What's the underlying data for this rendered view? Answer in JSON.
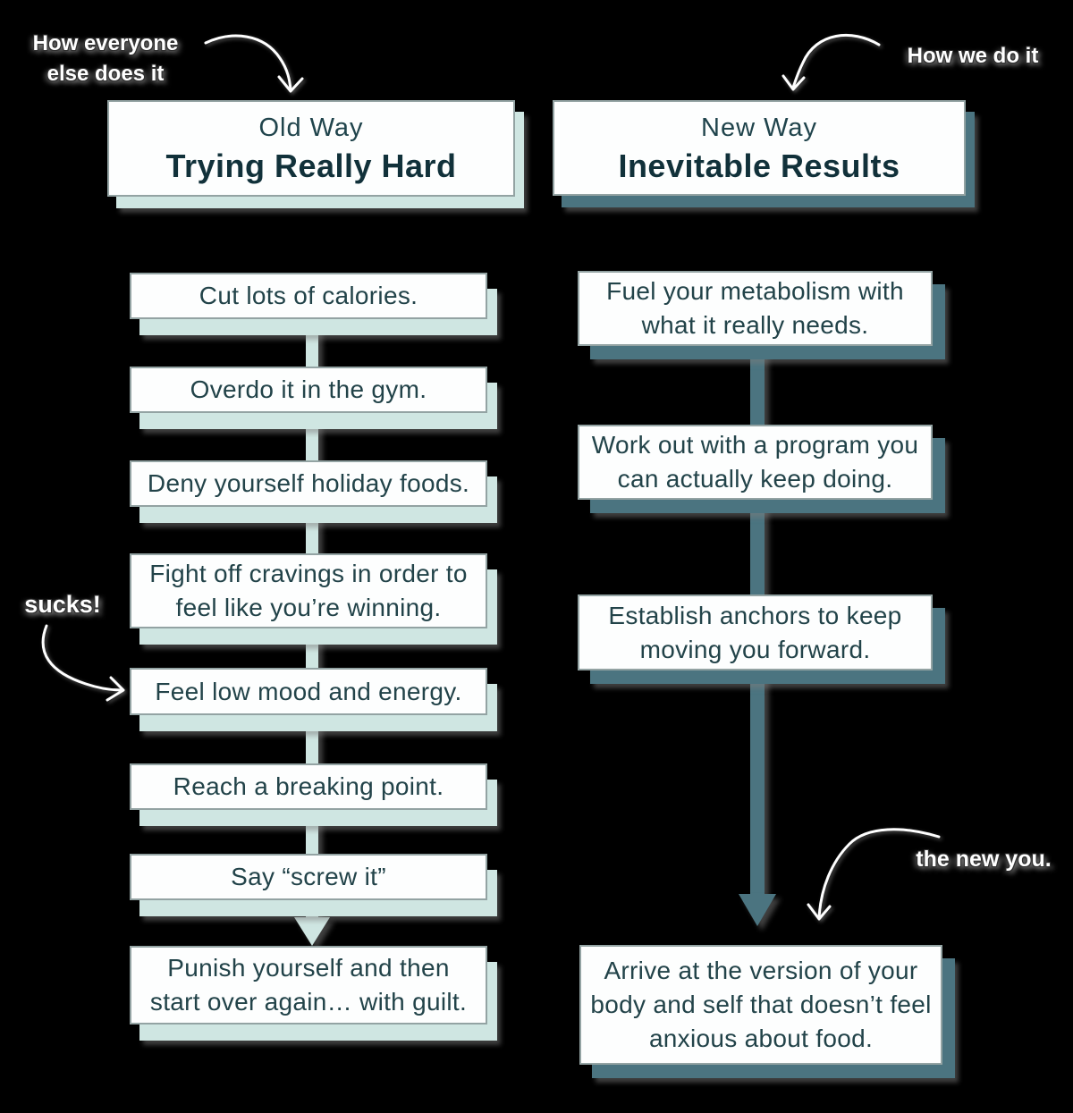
{
  "colors": {
    "bg": "#000000",
    "paper": "#fdfefe",
    "mint": "#cfe6e2",
    "teal": "#4b7480",
    "ink": "#224349",
    "ink_strong": "#11313a"
  },
  "annotations": {
    "how_everyone": {
      "line1": "How everyone",
      "line2": "else does it"
    },
    "how_we": {
      "text": "How we do it"
    },
    "sucks": {
      "text": "sucks!"
    },
    "new_you": {
      "text": "the new you."
    }
  },
  "old_way": {
    "eyebrow": "Old Way",
    "title": "Trying Really Hard",
    "steps": [
      {
        "lines": [
          "Cut lots of calories."
        ]
      },
      {
        "lines": [
          "Overdo it in the gym."
        ]
      },
      {
        "lines": [
          "Deny yourself holiday foods."
        ]
      },
      {
        "lines": [
          "Fight off cravings in order to",
          "feel like you’re winning."
        ]
      },
      {
        "lines": [
          "Feel low mood and energy."
        ]
      },
      {
        "lines": [
          "Reach a breaking point."
        ]
      },
      {
        "lines": [
          "Say “screw it”"
        ]
      },
      {
        "lines": [
          "Punish yourself and then",
          "start over again… with guilt."
        ]
      }
    ]
  },
  "new_way": {
    "eyebrow": "New Way",
    "title": "Inevitable Results",
    "steps": [
      {
        "lines": [
          "Fuel your metabolism with",
          "what it really needs."
        ]
      },
      {
        "lines": [
          "Work out with a program you",
          "can actually keep doing."
        ]
      },
      {
        "lines": [
          "Establish anchors to keep",
          "moving you forward."
        ]
      },
      {
        "lines": [
          "Arrive at the version of your",
          "body and self that doesn’t feel",
          "anxious about food."
        ]
      }
    ]
  }
}
